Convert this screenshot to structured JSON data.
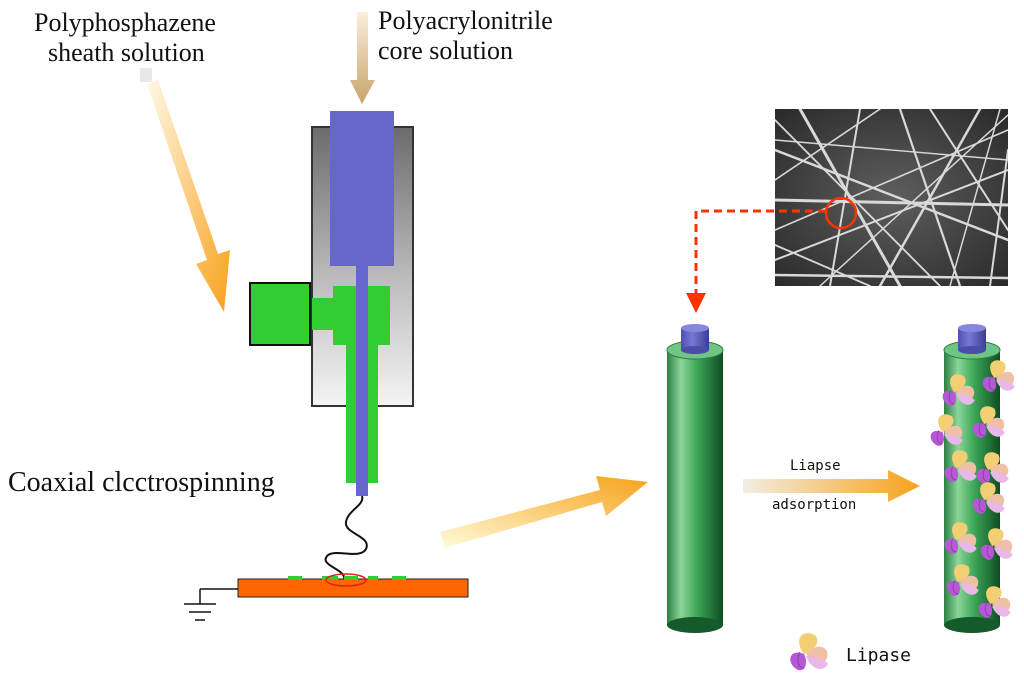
{
  "labels": {
    "sheath_line1": "Polyphosphazene",
    "sheath_line2": "sheath solution",
    "core_line1": "Polyacrylonitrile",
    "core_line2": "core solution",
    "process": "Coaxial clcctrospinning",
    "step_line1": "Liapse",
    "step_line2": "adsorption",
    "legend": "Lipase"
  },
  "colors": {
    "core": "#6666cc",
    "sheath": "#33cc33",
    "collector": "#ff6600",
    "arrow": "#f5a623",
    "fiber_green": "#3a9c52",
    "highlight_red": "#ff3300"
  },
  "icons": {
    "ground": "ground-symbol-icon",
    "lipase": "lipase-enzyme-icon"
  }
}
